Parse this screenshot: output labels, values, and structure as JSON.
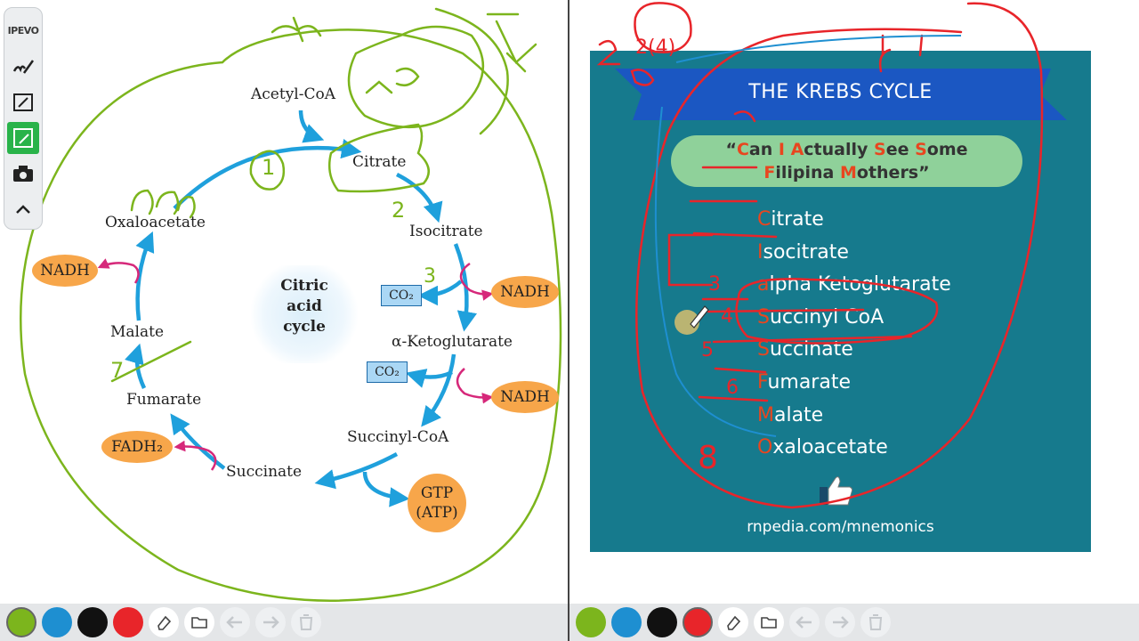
{
  "toolbar": {
    "brand": "IPEVO"
  },
  "diagram": {
    "labels": {
      "acetyl_coa": "Acetyl-CoA",
      "citrate": "Citrate",
      "isocitrate": "Isocitrate",
      "alpha_kg": "α-Ketoglutarate",
      "succinyl_coa": "Succinyl-CoA",
      "succinate": "Succinate",
      "fumarate": "Fumarate",
      "malate": "Malate",
      "oxaloacetate": "Oxaloacetate"
    },
    "center": [
      "Citric",
      "acid",
      "cycle"
    ],
    "cofactors": {
      "nadh_left": "NADH",
      "nadh_right_1": "NADH",
      "nadh_right_2": "NADH",
      "fadh2": "FADH₂",
      "gtp": "GTP",
      "atp": "(ATP)",
      "co2_1": "CO₂",
      "co2_2": "CO₂"
    },
    "annotations": {
      "num_1": "1",
      "num_2": "2",
      "num_3": "3",
      "num_7": "7"
    }
  },
  "slide": {
    "title": "THE KREBS CYCLE",
    "mnemonic": {
      "open_quote": "“",
      "line1": [
        {
          "hl": "C",
          "rest": "an "
        },
        {
          "hl": "I",
          "rest": " "
        },
        {
          "hl": "A",
          "rest": "ctually "
        },
        {
          "hl": "S",
          "rest": "ee "
        },
        {
          "hl": "S",
          "rest": "ome"
        }
      ],
      "line2": [
        {
          "hl": "F",
          "rest": "ilipina "
        },
        {
          "hl": "M",
          "rest": "others"
        }
      ],
      "close_quote": "”"
    },
    "items": [
      {
        "first": "C",
        "rest": "itrate"
      },
      {
        "first": "I",
        "rest": "socitrate"
      },
      {
        "first": "a",
        "rest": "lpha Ketoglutarate"
      },
      {
        "first": "S",
        "rest": "uccinyl CoA"
      },
      {
        "first": "S",
        "rest": "uccinate"
      },
      {
        "first": "F",
        "rest": "umarate"
      },
      {
        "first": "M",
        "rest": "alate"
      },
      {
        "first": "O",
        "rest": "xaloacetate"
      }
    ],
    "credit": "rnpedia.com/mnemonics",
    "handwritten": {
      "top": "2(4)",
      "n3": "3",
      "n4": "4",
      "n5": "5",
      "n6": "6",
      "n8": "8"
    }
  },
  "colors": {
    "green": "#7cb51d",
    "blue": "#1e8fd1",
    "black": "#111111",
    "red": "#e8252a",
    "slide_bg": "#167a8d",
    "banner": "#1b57c2",
    "pill": "#8fd19a",
    "highlight": "#e8461f",
    "arrow": "#1fa0dc",
    "cofactor": "#f7a64a",
    "magenta": "#d6287a"
  },
  "bottom_bar": {
    "swatches": [
      "green",
      "blue",
      "black",
      "red"
    ],
    "right_selected": "red",
    "tools": [
      "eraser-icon",
      "folder-icon",
      "undo-icon",
      "redo-icon",
      "trash-icon"
    ]
  }
}
